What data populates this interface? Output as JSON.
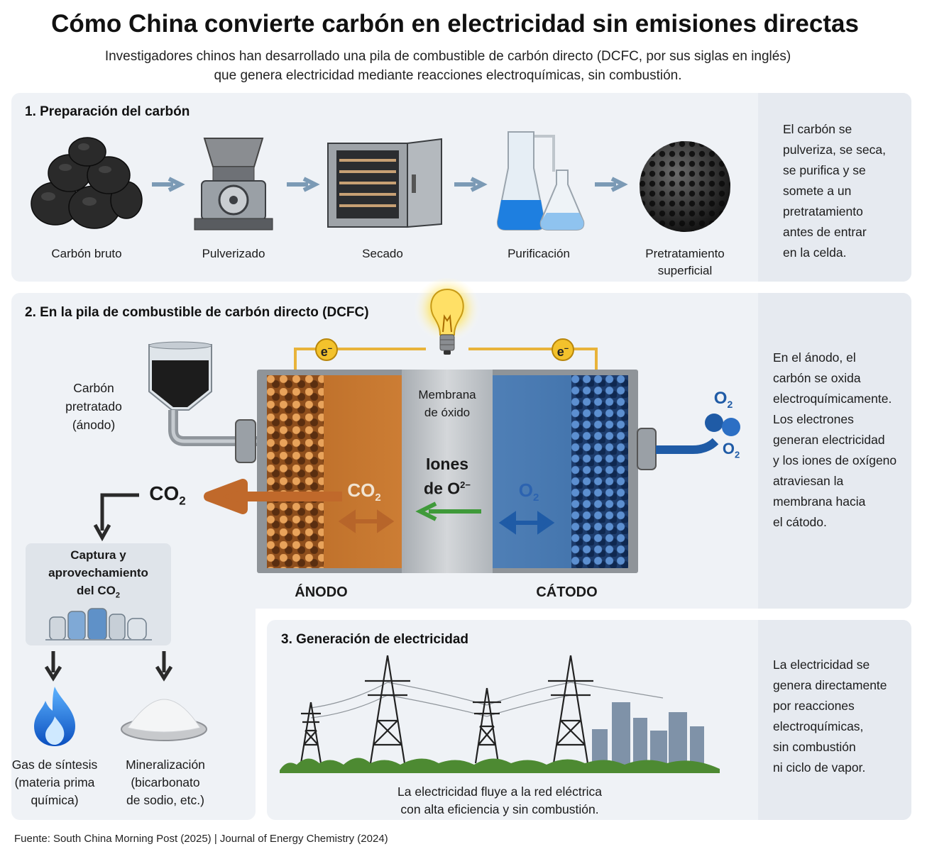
{
  "header": {
    "title": "Cómo China convierte carbón en electricidad sin emisiones directas",
    "subtitle_line1": "Investigadores chinos han desarrollado una pila de combustible de carbón directo (DCFC, por sus siglas en inglés)",
    "subtitle_line2": "que genera electricidad mediante reacciones electroquímicas, sin combustión."
  },
  "section1": {
    "heading": "1. Preparación del carbón",
    "steps": [
      {
        "label": "Carbón bruto",
        "icon": "coal-lumps-icon"
      },
      {
        "label": "Pulverizado",
        "icon": "grinder-icon"
      },
      {
        "label": "Secado",
        "icon": "drying-oven-icon"
      },
      {
        "label": "Purificación",
        "icon": "lab-flasks-icon"
      },
      {
        "label_line1": "Pretratamiento",
        "label_line2": "superficial",
        "icon": "porous-sphere-icon"
      }
    ],
    "side_text": [
      "El carbón se",
      "pulveriza, se seca,",
      "se purifica y se",
      "somete a un",
      "pretratamiento",
      "antes de entrar",
      "en la celda."
    ]
  },
  "section2": {
    "heading": "2. En la pila de combustible de carbón directo (DCFC)",
    "hopper_label": [
      "Carbón",
      "pretratado",
      "(ánodo)"
    ],
    "electron": "e",
    "electron_sup": "−",
    "membrane_label": [
      "Membrana",
      "de óxido"
    ],
    "ions_line1": "Iones",
    "ions_line2": "de O",
    "ions_sup": "2−",
    "co2_out": "CO",
    "co2_sub": "2",
    "co2_inside": "CO",
    "o2_inside": "O",
    "o2_label": "O",
    "o2_sub": "2",
    "anode_label": "ÁNODO",
    "cathode_label": "CÁTODO",
    "capture_box": [
      "Captura y",
      "aprovechamiento",
      "del CO"
    ],
    "capture_sub": "2",
    "products": [
      {
        "lines": [
          "Gas de síntesis",
          "(materia prima",
          "química)"
        ],
        "icon": "flame-icon"
      },
      {
        "lines": [
          "Mineralización",
          "(bicarbonato",
          "de sodio, etc.)"
        ],
        "icon": "salt-pile-icon"
      }
    ],
    "side_text": [
      "En el ánodo, el",
      "carbón se oxida",
      "electroquímicamente.",
      "Los electrones",
      "generan electricidad",
      "y los iones de oxígeno",
      "atraviesan la",
      "membrana hacia",
      "el cátodo."
    ]
  },
  "section3": {
    "heading": "3. Generación de electricidad",
    "caption_line1": "La electricidad fluye a la red eléctrica",
    "caption_line2": "con alta eficiencia y sin combustión.",
    "side_text": [
      "La electricidad se",
      "genera directamente",
      "por reacciones",
      "electroquímicas,",
      "sin combustión",
      "ni ciclo de vapor."
    ]
  },
  "footer": {
    "source": "Fuente: South China Morning Post (2025) | Journal of Energy Chemistry (2024)"
  },
  "colors": {
    "panel": "#eff2f6",
    "anode": "#c27530",
    "cathode": "#3f72ab",
    "membrane": "#c4c8cc",
    "wire": "#e8b33a",
    "arrow": "#7b9ab5",
    "ion_arrow": "#3f9a3a"
  }
}
